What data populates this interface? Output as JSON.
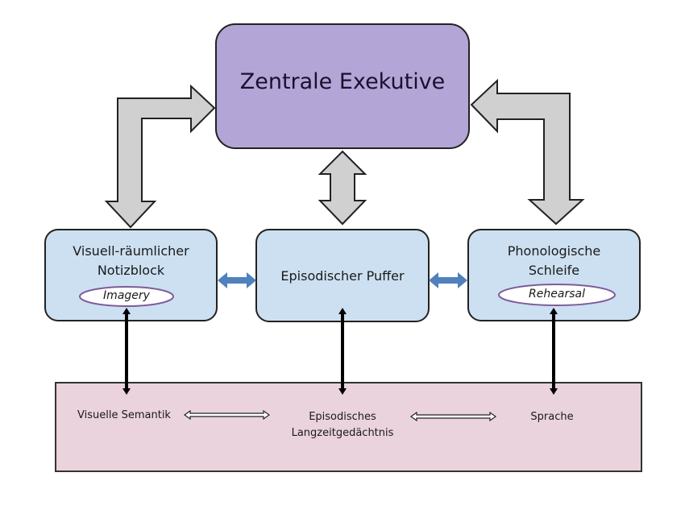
{
  "diagram": {
    "central_executive": {
      "label": "Zentrale Exekutive",
      "color": "#b3a6d6"
    },
    "components": [
      {
        "id": "visuospatial",
        "label_line1": "Visuell-räumlicher",
        "label_line2": "Notizblock",
        "process": "Imagery"
      },
      {
        "id": "episodic-buffer",
        "label_line1": "Episodischer Puffer",
        "label_line2": ""
      },
      {
        "id": "phonological",
        "label_line1": "Phonologische",
        "label_line2": "Schleife",
        "process": "Rehearsal"
      }
    ],
    "component_color": "#cde0f1",
    "long_term": {
      "color": "#ead3dc",
      "items": [
        {
          "label_line1": "Visuelle Semantik",
          "label_line2": ""
        },
        {
          "label_line1": "Episodisches",
          "label_line2": "Langzeitgedächtnis"
        },
        {
          "label_line1": "Sprache",
          "label_line2": ""
        }
      ]
    },
    "arrow_colors": {
      "gray": "#d0d0d0",
      "blue": "#4f81bd",
      "black": "#000000"
    }
  }
}
